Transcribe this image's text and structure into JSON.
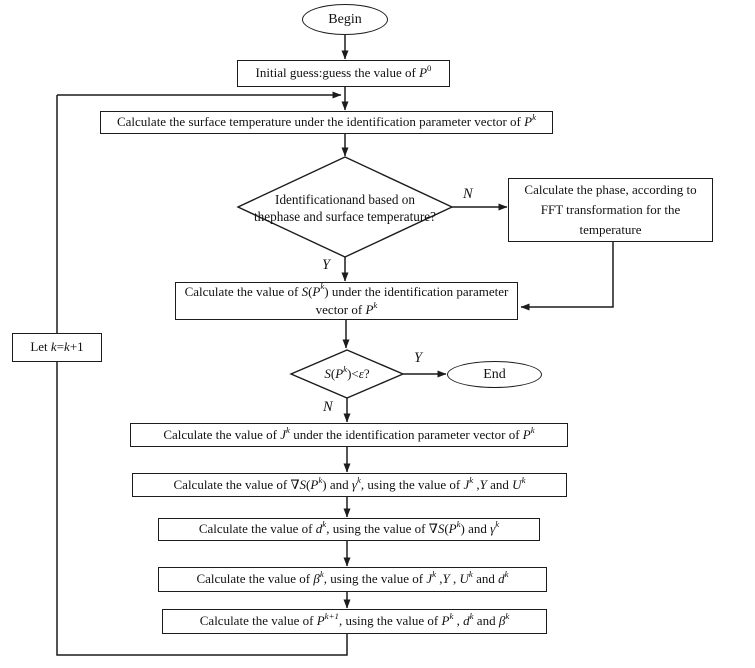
{
  "canvas": {
    "background": "#ffffff",
    "line_color": "#1c1c1c"
  },
  "terminators": {
    "begin": "Begin",
    "end": "End"
  },
  "branch_labels": {
    "phase_no": "N",
    "phase_yes": "Y",
    "converge_yes": "Y",
    "converge_no": "N"
  },
  "nodes": {
    "initial_guess": {
      "rich": [
        {
          "t": "Initial guess:guess the value of "
        },
        {
          "t": "P",
          "i": true
        },
        {
          "t": "0",
          "s": true
        }
      ]
    },
    "calc_surface_temp": {
      "rich": [
        {
          "t": "Calculate the  surface temperature under the identification parameter vector of "
        },
        {
          "t": "P",
          "i": true
        },
        {
          "t": "k",
          "s": true,
          "i": true
        }
      ]
    },
    "decision_identification": {
      "text": "Identificationand based on thephase and surface temperature?"
    },
    "calc_phase_fft": {
      "text": "Calculate the phase,  according to FFT transformation for the temperature"
    },
    "calc_s_value": {
      "rich": [
        {
          "t": "Calculate the value of "
        },
        {
          "t": "S",
          "i": true
        },
        {
          "t": "("
        },
        {
          "t": "P",
          "i": true
        },
        {
          "t": "k",
          "s": true,
          "i": true
        },
        {
          "t": ") under the identification parameter vector of "
        },
        {
          "t": "P",
          "i": true
        },
        {
          "t": "k",
          "s": true,
          "i": true
        }
      ]
    },
    "decision_convergence": {
      "rich": [
        {
          "t": "S",
          "i": true
        },
        {
          "t": "("
        },
        {
          "t": "P",
          "i": true
        },
        {
          "t": "k",
          "s": true,
          "i": true
        },
        {
          "t": ")<"
        },
        {
          "t": "ε",
          "i": true
        },
        {
          "t": "?"
        }
      ]
    },
    "calc_jk": {
      "rich": [
        {
          "t": "Calculate the value of "
        },
        {
          "t": "J",
          "i": true
        },
        {
          "t": "k",
          "s": true,
          "i": true
        },
        {
          "t": " under the identification parameter vector of "
        },
        {
          "t": "P",
          "i": true
        },
        {
          "t": "k",
          "s": true,
          "i": true
        }
      ]
    },
    "calc_grad_gamma": {
      "rich": [
        {
          "t": "Calculate the value of "
        },
        {
          "t": "∇"
        },
        {
          "t": "S",
          "i": true
        },
        {
          "t": "("
        },
        {
          "t": "P",
          "i": true
        },
        {
          "t": "k",
          "s": true,
          "i": true
        },
        {
          "t": ") and "
        },
        {
          "t": "γ",
          "i": true
        },
        {
          "t": "k",
          "s": true,
          "i": true
        },
        {
          "t": ", using the value of "
        },
        {
          "t": "J",
          "i": true
        },
        {
          "t": "k",
          "s": true,
          "i": true
        },
        {
          "t": " ,"
        },
        {
          "t": "Y",
          "i": true
        },
        {
          "t": " and "
        },
        {
          "t": "U",
          "i": true
        },
        {
          "t": "k",
          "s": true,
          "i": true
        }
      ]
    },
    "calc_dk": {
      "rich": [
        {
          "t": "Calculate the value of "
        },
        {
          "t": "d",
          "i": true
        },
        {
          "t": "k",
          "s": true,
          "i": true
        },
        {
          "t": ", using the value of "
        },
        {
          "t": "∇"
        },
        {
          "t": "S",
          "i": true
        },
        {
          "t": "("
        },
        {
          "t": "P",
          "i": true
        },
        {
          "t": "k",
          "s": true,
          "i": true
        },
        {
          "t": ") and "
        },
        {
          "t": "γ",
          "i": true
        },
        {
          "t": "k",
          "s": true,
          "i": true
        }
      ]
    },
    "calc_beta": {
      "rich": [
        {
          "t": "Calculate the value of "
        },
        {
          "t": "β",
          "i": true
        },
        {
          "t": "k",
          "s": true,
          "i": true
        },
        {
          "t": ", using the value of "
        },
        {
          "t": "J",
          "i": true
        },
        {
          "t": "k",
          "s": true,
          "i": true
        },
        {
          "t": " ,"
        },
        {
          "t": "Y",
          "i": true
        },
        {
          "t": " , "
        },
        {
          "t": "U",
          "i": true
        },
        {
          "t": "k",
          "s": true,
          "i": true
        },
        {
          "t": " and "
        },
        {
          "t": "d",
          "i": true
        },
        {
          "t": "k",
          "s": true,
          "i": true
        }
      ]
    },
    "calc_pk1": {
      "rich": [
        {
          "t": "Calculate the value of "
        },
        {
          "t": "P",
          "i": true
        },
        {
          "t": "k+1",
          "s": true,
          "i": true
        },
        {
          "t": ", using the value of  "
        },
        {
          "t": "P",
          "i": true
        },
        {
          "t": "k",
          "s": true,
          "i": true
        },
        {
          "t": " , "
        },
        {
          "t": "d",
          "i": true
        },
        {
          "t": "k",
          "s": true,
          "i": true
        },
        {
          "t": "  and "
        },
        {
          "t": "β",
          "i": true
        },
        {
          "t": "k",
          "s": true,
          "i": true
        }
      ]
    },
    "let_k": {
      "rich": [
        {
          "t": "Let "
        },
        {
          "t": "k",
          "i": true
        },
        {
          "t": "="
        },
        {
          "t": "k",
          "i": true
        },
        {
          "t": "+1"
        }
      ]
    }
  }
}
